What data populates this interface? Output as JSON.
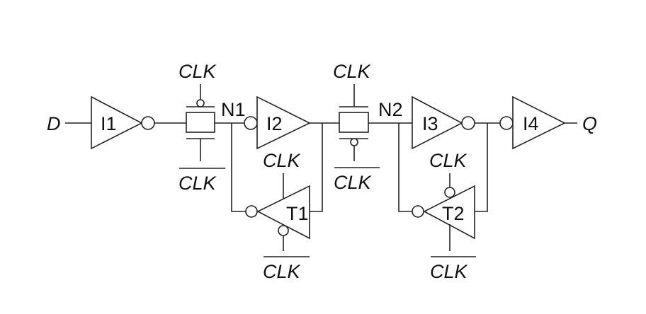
{
  "diagram": {
    "input": "D",
    "output": "Q",
    "clock": "CLK",
    "clock_bar": "CLK",
    "nodes": [
      "N1",
      "N2"
    ],
    "inverters": [
      "I1",
      "I2",
      "I3",
      "I4"
    ],
    "tristate_inverters": [
      "T1",
      "T2"
    ]
  },
  "colors": {
    "line": "#222222",
    "background": "#ffffff"
  }
}
